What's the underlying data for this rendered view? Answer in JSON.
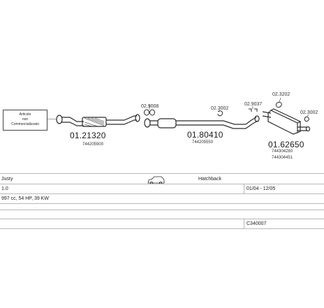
{
  "callout": {
    "line1": "Articolo",
    "line2": "non",
    "line3": "Commercializzato"
  },
  "parts": [
    {
      "code": "01.21320",
      "ref": "744205900"
    },
    {
      "code": "01.80410",
      "ref": "744205550"
    },
    {
      "code": "01.62650",
      "ref1": "744304280",
      "ref2": "744304451"
    }
  ],
  "small_parts": [
    "02.9008",
    "02.3002",
    "02.9037",
    "02.3202",
    "02.3002"
  ],
  "vehicle": {
    "model": "Justy",
    "body": "Hatchback",
    "engine": "1.0",
    "dates": "01/04 - 12/05",
    "spec": "997 cc, 54 HP, 39 KW",
    "code": "C340007"
  },
  "colors": {
    "line": "#2a2a2a",
    "grid": "#b8b8b8"
  }
}
